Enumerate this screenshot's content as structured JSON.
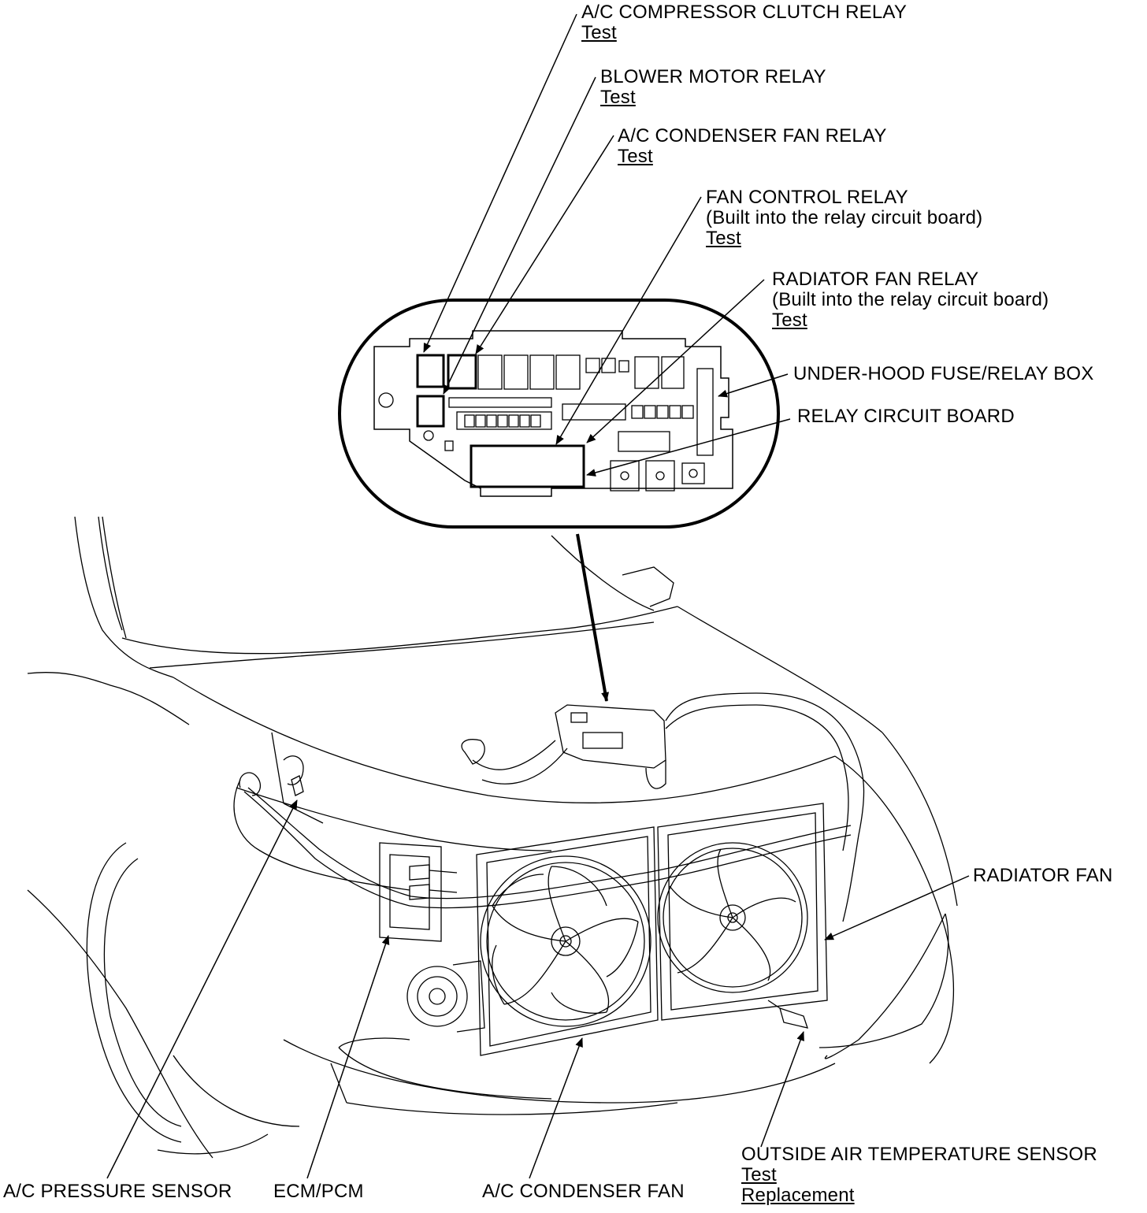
{
  "labels": {
    "ac_clutch_relay": {
      "title": "A/C COMPRESSOR CLUTCH RELAY",
      "test": "Test"
    },
    "blower_relay": {
      "title": "BLOWER MOTOR RELAY",
      "test": "Test"
    },
    "condenser_fan_relay": {
      "title": "A/C CONDENSER FAN RELAY",
      "test": "Test"
    },
    "fan_control_relay": {
      "title": "FAN CONTROL RELAY",
      "note": "(Built into the relay circuit board)",
      "test": "Test"
    },
    "radiator_fan_relay": {
      "title": "RADIATOR FAN RELAY",
      "note": "(Built into the relay circuit board)",
      "test": "Test"
    },
    "fuse_box": {
      "title": "UNDER-HOOD FUSE/RELAY BOX"
    },
    "relay_board": {
      "title": "RELAY CIRCUIT BOARD"
    },
    "radiator_fan": {
      "title": "RADIATOR FAN"
    },
    "outside_air_sensor": {
      "title": "OUTSIDE AIR TEMPERATURE SENSOR",
      "test": "Test",
      "replacement": "Replacement"
    },
    "ac_pressure_sensor": {
      "title": "A/C PRESSURE SENSOR"
    },
    "ecm_pcm": {
      "title": "ECM/PCM"
    },
    "ac_condenser_fan": {
      "title": "A/C CONDENSER FAN"
    }
  }
}
